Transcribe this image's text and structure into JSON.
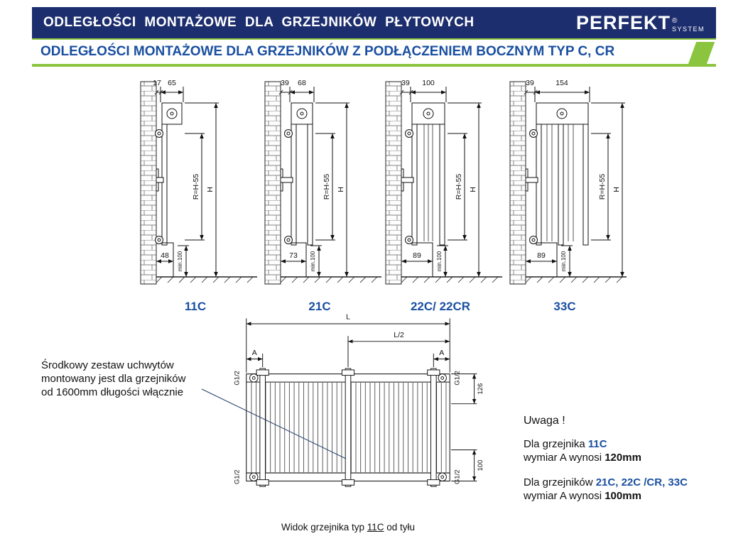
{
  "colors": {
    "navy": "#1d2e6e",
    "green": "#8bc53f",
    "blue": "#1a4fa0"
  },
  "header": {
    "title": "ODLEGŁOŚCI MONTAŻOWE DLA GRZEJNIKÓW PŁYTOWYCH",
    "brand": "PERFEKT",
    "brand_reg": "®",
    "brand_sub": "SYSTEM"
  },
  "subheader": {
    "title": "ODLEGŁOŚCI MONTAŻOWE DLA GRZEJNIKÓW Z PODŁĄCZENIEM BOCZNYM TYP C, CR"
  },
  "diagrams": [
    {
      "label": "11C",
      "dim_gap": "17",
      "dim_depth": "65",
      "dim_r": "R=H-55",
      "dim_h": "H",
      "dim_bottom": "48",
      "dim_min": "min.100"
    },
    {
      "label": "21C",
      "dim_gap": "39",
      "dim_depth": "68",
      "dim_r": "R=H-55",
      "dim_h": "H",
      "dim_bottom": "73",
      "dim_min": "min.100"
    },
    {
      "label": "22C/ 22CR",
      "dim_gap": "39",
      "dim_depth": "100",
      "dim_r": "R=H-55",
      "dim_h": "H",
      "dim_bottom": "89",
      "dim_min": "min.100"
    },
    {
      "label": "33C",
      "dim_gap": "39",
      "dim_depth": "154",
      "dim_r": "R=H-55",
      "dim_h": "H",
      "dim_bottom": "89",
      "dim_min": "min.100"
    }
  ],
  "left_note": {
    "line1": "Środkowy zestaw uchwytów",
    "line2": "montowany jest dla grzejników",
    "line3": "od 1600mm długości włącznie"
  },
  "rear_view": {
    "dim_l": "L",
    "dim_l_half": "L/2",
    "dim_a_left": "A",
    "dim_a_right": "A",
    "g_top_left": "G1/2",
    "g_top_right": "G1/2",
    "g_bottom_left": "G1/2",
    "g_bottom_right": "G1/2",
    "dim_top_right": "126",
    "dim_bottom_right": "100",
    "caption_prefix": "Widok grzejnika typ ",
    "caption_type": "11C",
    "caption_suffix": " od tyłu"
  },
  "right_note": {
    "title": "Uwaga !",
    "p1_a": "Dla grzejnika ",
    "p1_b": "11C",
    "p1_c": "wymiar A wynosi ",
    "p1_d": "120mm",
    "p2_a": "Dla grzejników ",
    "p2_b": "21C, 22C /CR, 33C",
    "p2_c": "wymiar A wynosi ",
    "p2_d": "100mm"
  }
}
